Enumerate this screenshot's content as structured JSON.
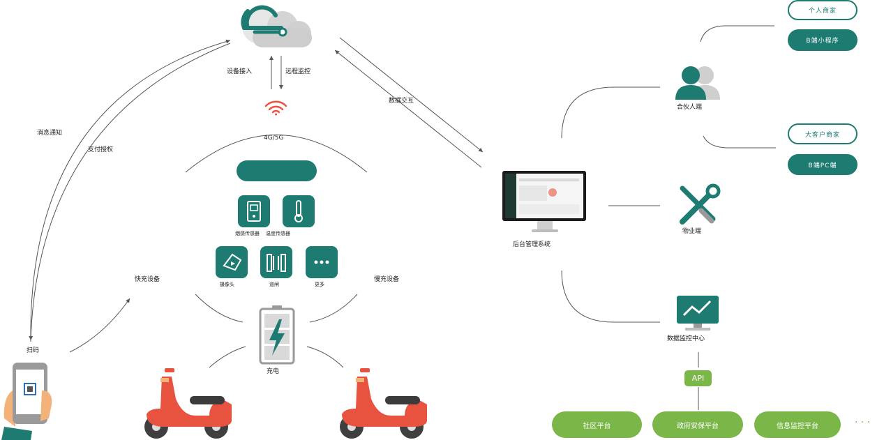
{
  "cloud": {
    "up_label": "设备接入",
    "down_label": "远程监控",
    "network_label": "4G/5G"
  },
  "left_arcs": {
    "notify_label": "消息通知",
    "pay_label": "支付授权",
    "scan_label": "扫码"
  },
  "station": {
    "header_label": "",
    "sensors": {
      "smoke": "烟感传感器",
      "temp": "温度传感器"
    },
    "devices": {
      "camera": "摄像头",
      "gate": "道闸",
      "more": "更多"
    },
    "fast_label": "快充设备",
    "slow_label": "慢充设备",
    "charge_label": "充电"
  },
  "exchange_label": "数据交互",
  "backend_label": "后台管理系统",
  "partner": {
    "label": "合伙人端",
    "top_pills": [
      "个人商家",
      "B端小程序"
    ],
    "bottom_pills": [
      "大客户商家",
      "B端PC端"
    ]
  },
  "property_label": "物业端",
  "monitor": {
    "label": "数据监控中心",
    "api": "API"
  },
  "platforms": [
    "社区平台",
    "政府安保平台",
    "信息监控平台"
  ],
  "ellipsis": "· · ·",
  "colors": {
    "teal": "#1d7b72",
    "green": "#7ab648",
    "red": "#e8533f",
    "gray": "#cfcfcf"
  }
}
